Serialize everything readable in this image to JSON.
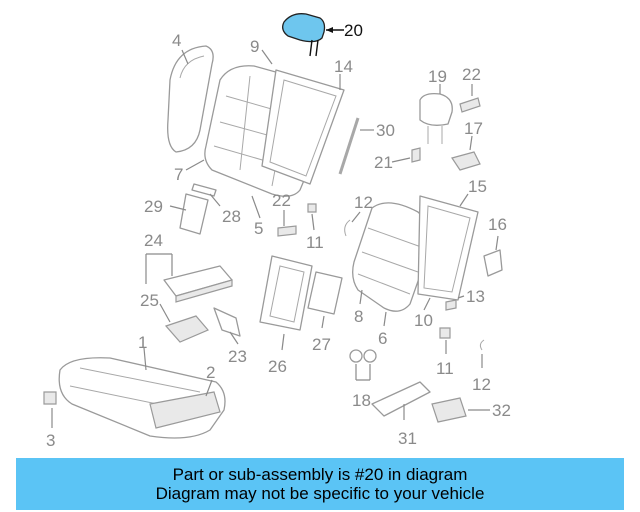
{
  "diagram": {
    "highlighted_part": "20",
    "callouts": [
      "20",
      "4",
      "9",
      "14",
      "19",
      "22",
      "17",
      "30",
      "21",
      "7",
      "29",
      "28",
      "5",
      "22",
      "11",
      "12",
      "15",
      "16",
      "24",
      "25",
      "23",
      "26",
      "27",
      "8",
      "6",
      "10",
      "13",
      "1",
      "2",
      "3",
      "18",
      "11",
      "12",
      "31",
      "32"
    ]
  },
  "banner": {
    "line1": "Part or sub-assembly is #20 in diagram",
    "line2": "Diagram may not be specific to your vehicle"
  },
  "colors": {
    "highlight": "#6ec6ee",
    "banner": "#5bc4f5"
  }
}
